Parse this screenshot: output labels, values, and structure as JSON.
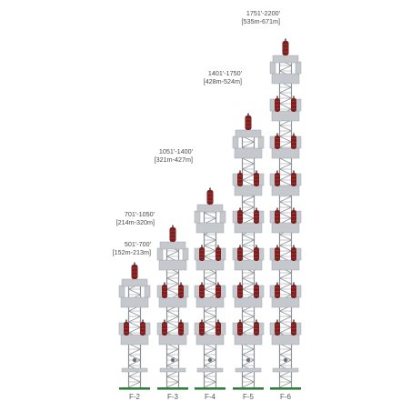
{
  "colors": {
    "steel": "#8d9196",
    "steel_dark": "#6e7277",
    "panel": "#c5c8cc",
    "panel_edge": "#a3a7ac",
    "cylinder": "#7d1f1f",
    "cylinder_light": "#a54040",
    "base": "#2f7d3a",
    "text": "#4a4a4a"
  },
  "towers": [
    {
      "name": "F-2",
      "levels": 3,
      "height_range_ft": "501'-700'",
      "height_range_m": "[152m-213m]"
    },
    {
      "name": "F-3",
      "levels": 4,
      "height_range_ft": "701'-1050'",
      "height_range_m": "[214m-320m]"
    },
    {
      "name": "F-4",
      "levels": 5,
      "height_range_ft": "1051'-1400'",
      "height_range_m": "[321m-427m]"
    },
    {
      "name": "F-5",
      "levels": 7,
      "height_range_ft": "1401'-1750'",
      "height_range_m": "[428m-524m]"
    },
    {
      "name": "F-6",
      "levels": 9,
      "height_range_ft": "1751'-2200'",
      "height_range_m": "[535m-671m]"
    }
  ]
}
